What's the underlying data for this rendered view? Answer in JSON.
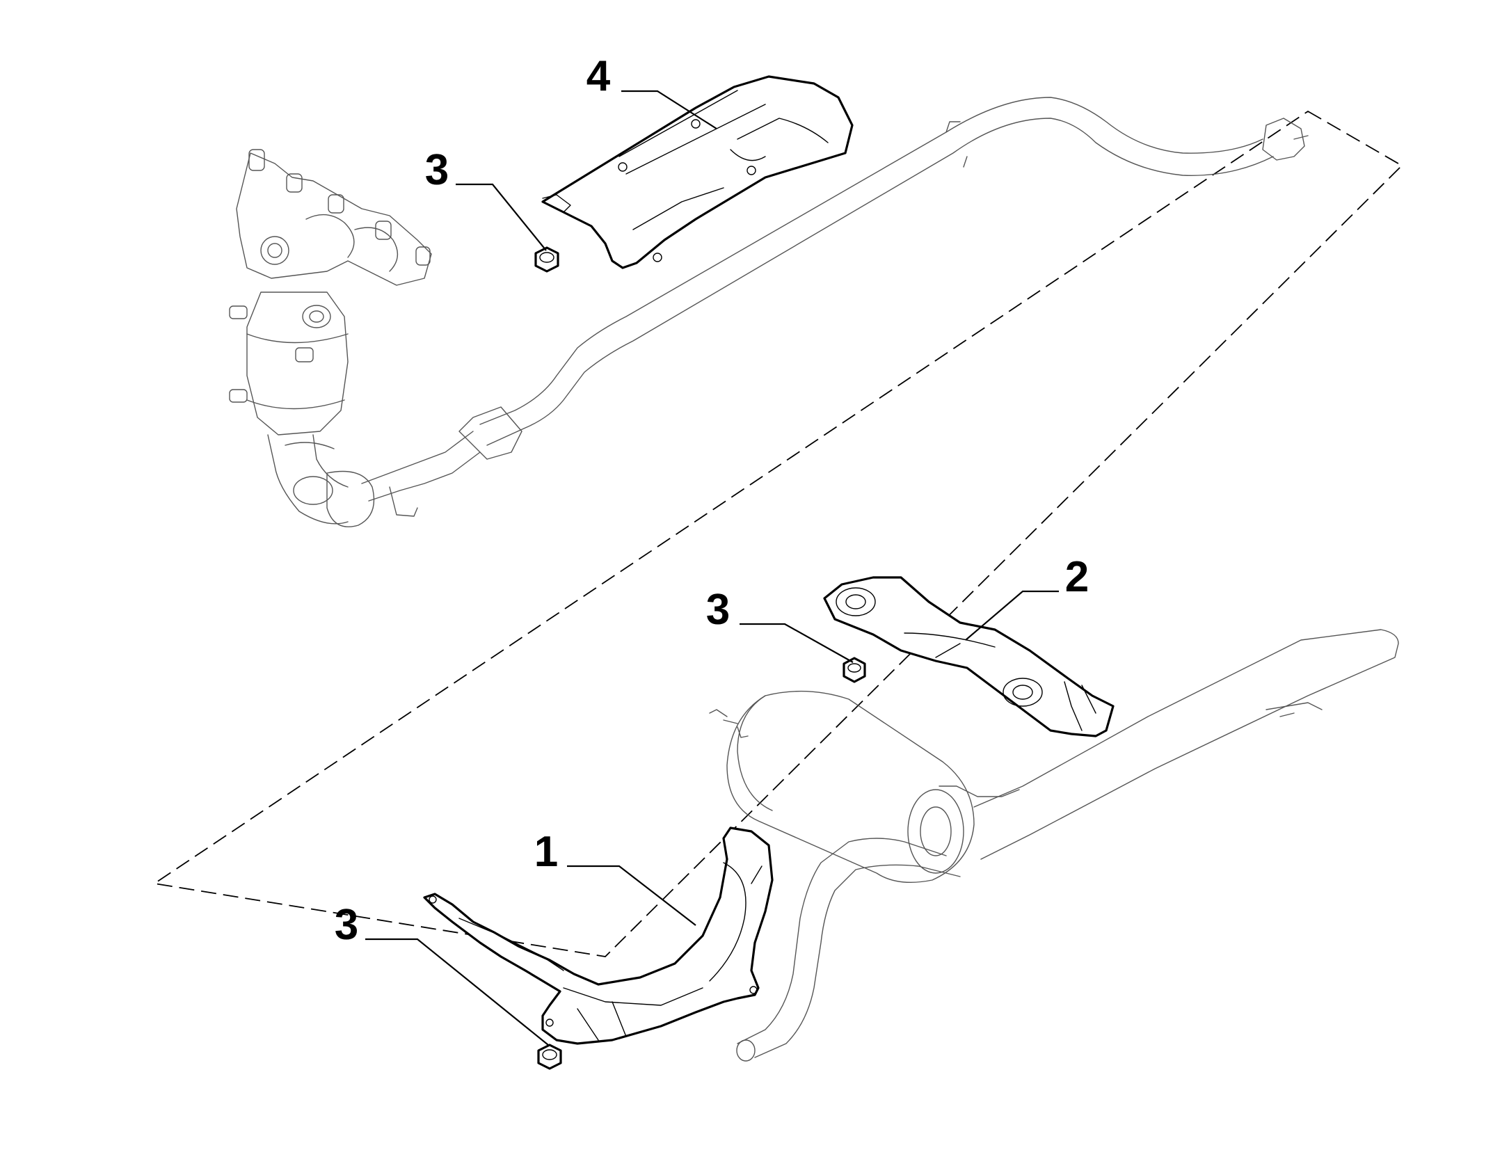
{
  "callouts": [
    {
      "id": "heat-shield-front",
      "label": "1"
    },
    {
      "id": "heat-shield-rear",
      "label": "2"
    },
    {
      "id": "nut-upper",
      "label": "3"
    },
    {
      "id": "nut-middle",
      "label": "3"
    },
    {
      "id": "nut-lower",
      "label": "3"
    },
    {
      "id": "heat-shield-top",
      "label": "4"
    }
  ]
}
